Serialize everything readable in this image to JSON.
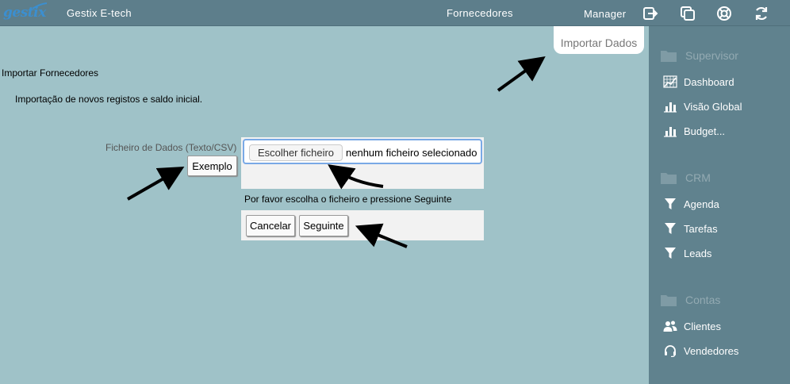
{
  "topbar": {
    "logo": "gestix",
    "company": "Gestix E-tech",
    "section": "Fornecedores",
    "user": "Manager",
    "icons": [
      "logout-icon",
      "windows-icon",
      "help-lifebuoy-icon",
      "refresh-icon"
    ]
  },
  "import_tab": {
    "label": "Importar Dados"
  },
  "main": {
    "title": "Importar Fornecedores",
    "description": "Importação de novos registos e saldo inicial.",
    "field_label": "Ficheiro de Dados (Texto/CSV)",
    "example_button": "Exemplo",
    "file_input": {
      "button_label": "Escolher ficheiro",
      "status": "nenhum ficheiro selecionado"
    },
    "hint": "Por favor escolha o ficheiro e pressione Seguinte",
    "cancel_button": "Cancelar",
    "next_button": "Seguinte"
  },
  "sidebar": {
    "groups": [
      {
        "label": "Supervisor",
        "items": [
          {
            "label": "Dashboard",
            "icon": "chart-grid-icon"
          },
          {
            "label": "Visão Global",
            "icon": "bar-chart-icon"
          },
          {
            "label": "Budget...",
            "icon": "bar-chart-icon"
          }
        ]
      },
      {
        "label": "CRM",
        "items": [
          {
            "label": "Agenda",
            "icon": "funnel-icon"
          },
          {
            "label": "Tarefas",
            "icon": "funnel-icon"
          },
          {
            "label": "Leads",
            "icon": "funnel-icon"
          }
        ]
      },
      {
        "label": "Contas",
        "items": [
          {
            "label": "Clientes",
            "icon": "users-icon"
          },
          {
            "label": "Vendedores",
            "icon": "headset-icon"
          }
        ]
      }
    ]
  },
  "colors": {
    "background": "#9fc2c8",
    "topbar": "#5d7e8b",
    "sidebar": "#60828e",
    "focus_border": "#79a9e6",
    "logo": "#3b8fd0"
  }
}
